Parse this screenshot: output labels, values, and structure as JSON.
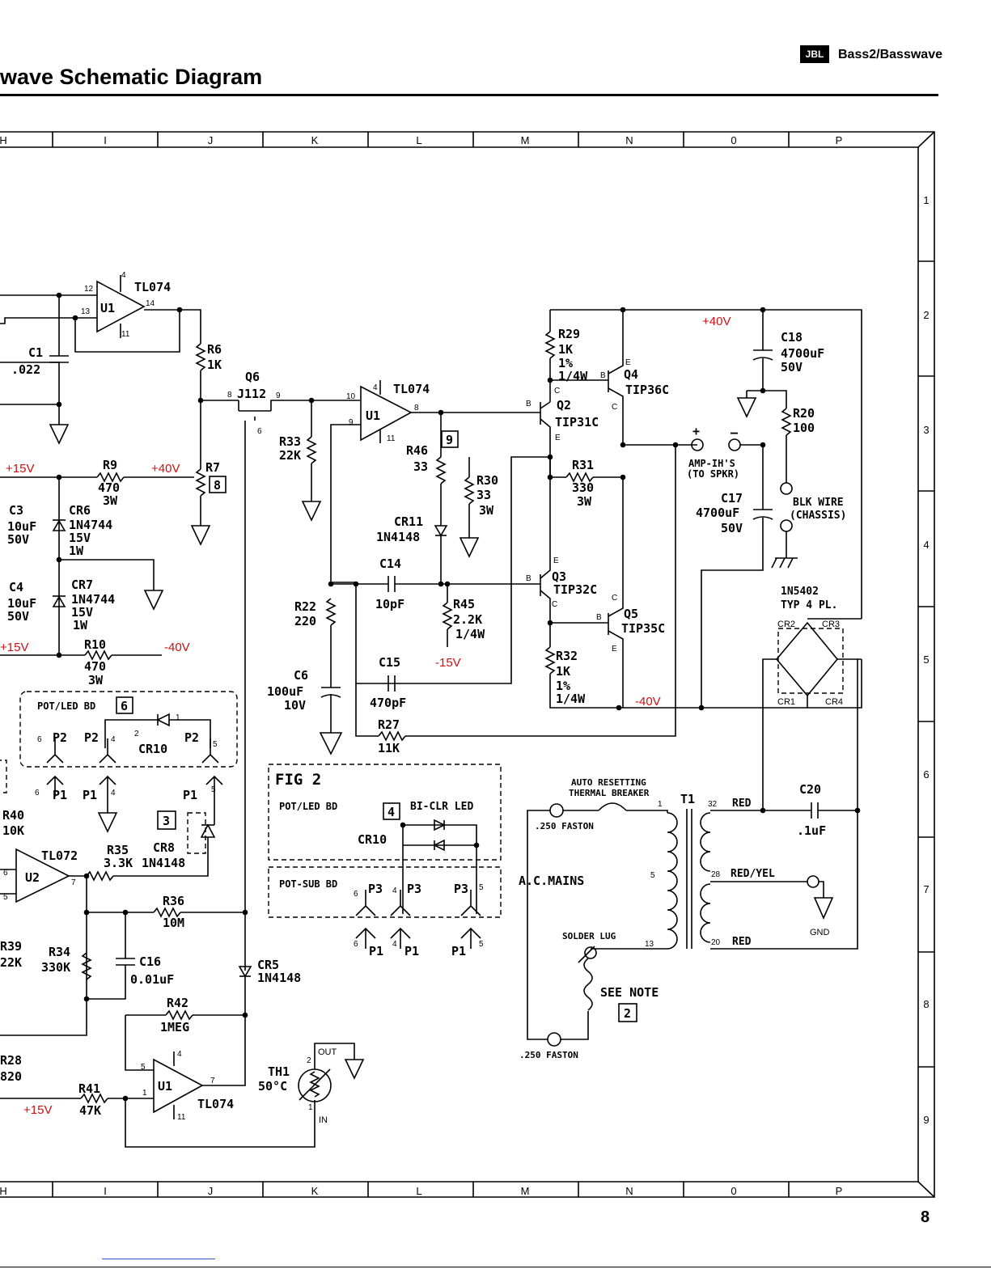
{
  "header": {
    "title": "wave Schematic Diagram",
    "logo": "JBL",
    "product": "Bass2/Basswave",
    "page_number": "8"
  },
  "grid": {
    "columns": [
      "H",
      "I",
      "J",
      "K",
      "L",
      "M",
      "N",
      "0",
      "P"
    ],
    "rows": [
      "1",
      "2",
      "3",
      "4",
      "5",
      "6",
      "7",
      "8",
      "9"
    ]
  },
  "labels": {
    "tl074_a": "TL074",
    "u1_a": "U1",
    "c1": "C1",
    "c1_val": ".022",
    "r6": "R6",
    "r6_val": "1K",
    "q6": "Q6",
    "j112": "J112",
    "r7": "R7",
    "box8": "8",
    "r9": "R9",
    "r9_v1": "470",
    "r9_v2": "3W",
    "v15a": "+15V",
    "v40a": "+40V",
    "c3": "C3",
    "c3_v1": "10uF",
    "c3_v2": "50V",
    "cr6": "CR6",
    "cr6_v1": "1N4744",
    "cr6_v2": "15V",
    "cr6_v3": "1W",
    "c4": "C4",
    "c4_v1": "10uF",
    "c4_v2": "50V",
    "cr7": "CR7",
    "cr7_v1": "1N4744",
    "cr7_v2": "15V",
    "cr7_v3": "1W",
    "v15b": "+15V",
    "r10": "R10",
    "r10_v1": "470",
    "r10_v2": "3W",
    "v40b": "-40V",
    "r33": "R33",
    "r33_val": "22K",
    "tl074_b": "TL074",
    "u1_b": "U1",
    "r46": "R46",
    "r46_val": "33",
    "box9": "9",
    "cr11": "CR11",
    "cr11_val": "1N4148",
    "c14": "C14",
    "c14_val": "10pF",
    "r22": "R22",
    "r22_val": "220",
    "r45": "R45",
    "r45_v1": "2.2K",
    "r45_v2": "1/4W",
    "c6": "C6",
    "c6_v1": "100uF",
    "c6_v2": "10V",
    "c15": "C15",
    "c15_val": "470pF",
    "v15c": "-15V",
    "r27": "R27",
    "r27_val": "11K",
    "r29": "R29",
    "r29_v1": "1K",
    "r29_v2": "1%",
    "r29_v3": "1/4W",
    "q4": "Q4",
    "tip36c": "TIP36C",
    "q2": "Q2",
    "tip31c": "TIP31C",
    "r30": "R30",
    "r30_v1": "33",
    "r30_v2": "3W",
    "r31": "R31",
    "r31_v1": "330",
    "r31_v2": "3W",
    "q3": "Q3",
    "tip32c": "TIP32C",
    "q5": "Q5",
    "tip35c": "TIP35C",
    "r32": "R32",
    "r32_v1": "1K",
    "r32_v2": "1%",
    "r32_v3": "1/4W",
    "v40c": "+40V",
    "v40d": "-40V",
    "c18": "C18",
    "c18_v1": "4700uF",
    "c18_v2": "50V",
    "r20": "R20",
    "r20_val": "100",
    "amp": "AMP-IH'S",
    "tospkr": "(TO SPKR)",
    "c17": "C17",
    "c17_v1": "4700uF",
    "c17_v2": "50V",
    "blk": "BLK WIRE",
    "chassis": "(CHASSIS)",
    "in5402": "1N5402",
    "typ4": "TYP 4 PL.",
    "cr1": "CR1",
    "cr2": "CR2",
    "cr3": "CR3",
    "cr4": "CR4",
    "pot_led": "POT/LED BD",
    "box6": "6",
    "cr10a": "CR10",
    "p2a": "P2",
    "p2b": "P2",
    "p2c": "P2",
    "p1a": "P1",
    "p1b": "P1",
    "p1c": "P1",
    "box3": "3",
    "cr8": "CR8",
    "cr8_val": "1N4148",
    "r40": "R40",
    "r40_val": "10K",
    "tl072": "TL072",
    "u2": "U2",
    "r35": "R35",
    "r35_val": "3.3K",
    "r36": "R36",
    "r36_val": "10M",
    "r39": "R39",
    "r39_val": "22K",
    "r34": "R34",
    "r34_val": "330K",
    "c16": "C16",
    "c16_val": "0.01uF",
    "cr5": "CR5",
    "cr5_val": "1N4148",
    "r42": "R42",
    "r42_val": "1MEG",
    "r28": "R28",
    "r28_val": "820",
    "r41": "R41",
    "r41_val": "47K",
    "v15d": "+15V",
    "u1_c": "U1",
    "tl074_c": "TL074",
    "th1": "TH1",
    "th1_val": "50°C",
    "out": "OUT",
    "in": "IN",
    "fig2": "FIG 2",
    "fig_pot": "POT/LED BD",
    "box4": "4",
    "biclr": "BI-CLR LED",
    "cr10b": "CR10",
    "potsub": "POT-SUB BD",
    "p3a": "P3",
    "p3b": "P3",
    "p3c": "P3",
    "p1d": "P1",
    "p1e": "P1",
    "p1f": "P1",
    "autores": "AUTO RESETTING",
    "thermal": "THERMAL BREAKER",
    "faston1": ".250 FASTON",
    "faston2": ".250 FASTON",
    "acmains": "A.C.MAINS",
    "solder": "SOLDER LUG",
    "seenote": "SEE NOTE",
    "box2": "2",
    "t1": "T1",
    "red1": "RED",
    "redyel": "RED/YEL",
    "red2": "RED",
    "c20": "C20",
    "c20_val": ".1uF",
    "gnd": "GND"
  },
  "colors": {
    "supply_label": "#d01010",
    "ink": "#000000"
  }
}
